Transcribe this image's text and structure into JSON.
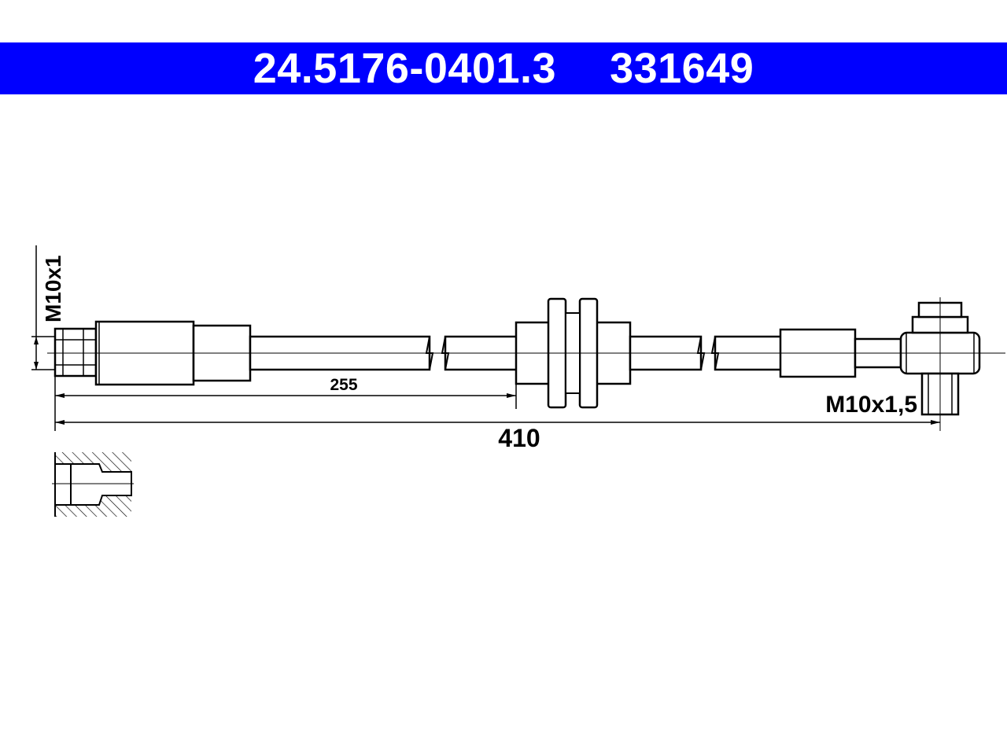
{
  "header": {
    "part_number": "24.5176-0401.3",
    "reference_number": "331649",
    "background_color": "#0000ff",
    "text_color": "#ffffff"
  },
  "drawing": {
    "line_color": "#000000",
    "body_fill": "#ffffff",
    "left_thread_label": "M10x1",
    "right_thread_label": "M10x1,5",
    "dimension_partial": "255",
    "dimension_total": "410"
  }
}
